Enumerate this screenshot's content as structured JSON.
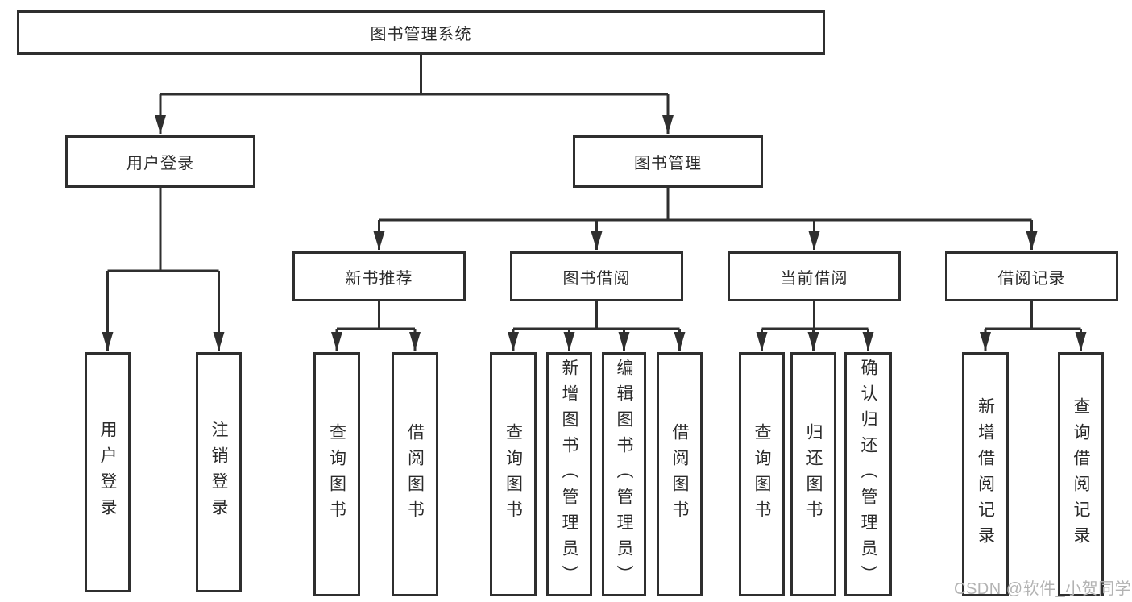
{
  "colors": {
    "line": "#2f2f2f",
    "text": "#2b2b2b",
    "watermark": "#b3b3b3"
  },
  "tree": {
    "label": "图书管理系统",
    "children": [
      {
        "label": "用户登录",
        "children": [
          {
            "label": "用户登录"
          },
          {
            "label": "注销登录"
          }
        ]
      },
      {
        "label": "图书管理",
        "children": [
          {
            "label": "新书推荐",
            "children": [
              {
                "label": "查询图书"
              },
              {
                "label": "借阅图书"
              }
            ]
          },
          {
            "label": "图书借阅",
            "children": [
              {
                "label": "查询图书"
              },
              {
                "label": "新增图书（管理员）"
              },
              {
                "label": "编辑图书（管理员）"
              },
              {
                "label": "借阅图书"
              }
            ]
          },
          {
            "label": "当前借阅",
            "children": [
              {
                "label": "查询图书"
              },
              {
                "label": "归还图书"
              },
              {
                "label": "确认归还（管理员）"
              }
            ]
          },
          {
            "label": "借阅记录",
            "children": [
              {
                "label": "新增借阅记录"
              },
              {
                "label": "查询借阅记录"
              }
            ]
          }
        ]
      }
    ]
  },
  "watermark": "CSDN @软件_小贺同学"
}
